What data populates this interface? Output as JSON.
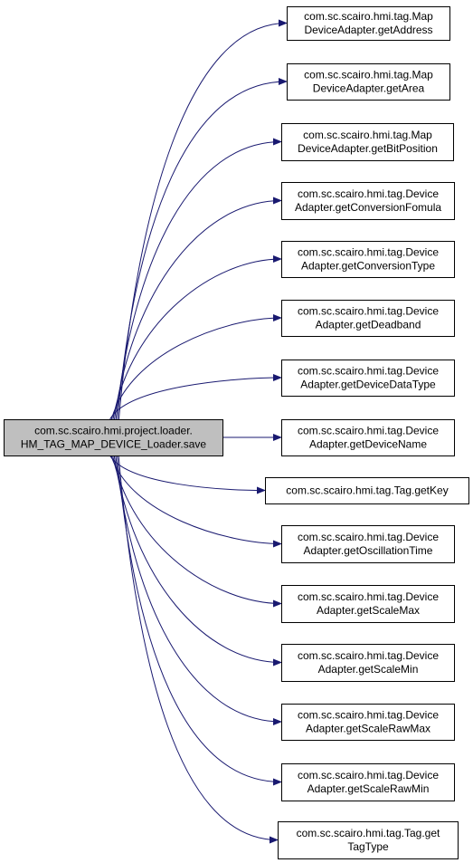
{
  "colors": {
    "source_fill": "#bfbfbf",
    "node_fill": "#ffffff",
    "node_stroke": "#000000",
    "edge": "#191970"
  },
  "source": {
    "lines": [
      "com.sc.scairo.hmi.project.loader.",
      "HM_TAG_MAP_DEVICE_Loader.save"
    ]
  },
  "targets": [
    {
      "lines": [
        "com.sc.scairo.hmi.tag.Map",
        "DeviceAdapter.getAddress"
      ]
    },
    {
      "lines": [
        "com.sc.scairo.hmi.tag.Map",
        "DeviceAdapter.getArea"
      ]
    },
    {
      "lines": [
        "com.sc.scairo.hmi.tag.Map",
        "DeviceAdapter.getBitPosition"
      ]
    },
    {
      "lines": [
        "com.sc.scairo.hmi.tag.Device",
        "Adapter.getConversionFomula"
      ]
    },
    {
      "lines": [
        "com.sc.scairo.hmi.tag.Device",
        "Adapter.getConversionType"
      ]
    },
    {
      "lines": [
        "com.sc.scairo.hmi.tag.Device",
        "Adapter.getDeadband"
      ]
    },
    {
      "lines": [
        "com.sc.scairo.hmi.tag.Device",
        "Adapter.getDeviceDataType"
      ]
    },
    {
      "lines": [
        "com.sc.scairo.hmi.tag.Device",
        "Adapter.getDeviceName"
      ]
    },
    {
      "lines": [
        "com.sc.scairo.hmi.tag.Tag.getKey"
      ]
    },
    {
      "lines": [
        "com.sc.scairo.hmi.tag.Device",
        "Adapter.getOscillationTime"
      ]
    },
    {
      "lines": [
        "com.sc.scairo.hmi.tag.Device",
        "Adapter.getScaleMax"
      ]
    },
    {
      "lines": [
        "com.sc.scairo.hmi.tag.Device",
        "Adapter.getScaleMin"
      ]
    },
    {
      "lines": [
        "com.sc.scairo.hmi.tag.Device",
        "Adapter.getScaleRawMax"
      ]
    },
    {
      "lines": [
        "com.sc.scairo.hmi.tag.Device",
        "Adapter.getScaleRawMin"
      ]
    },
    {
      "lines": [
        "com.sc.scairo.hmi.tag.Tag.get",
        "TagType"
      ]
    }
  ]
}
